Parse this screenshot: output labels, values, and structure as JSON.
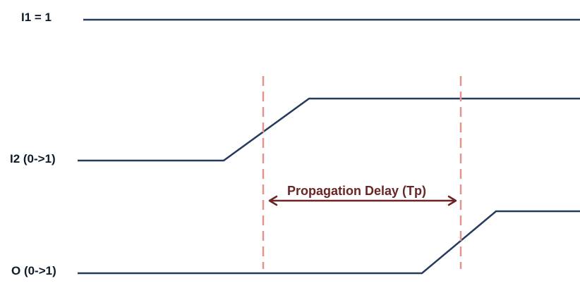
{
  "signals": {
    "i1_label": "I1 = 1",
    "i2_label": "I2 (0->1)",
    "o_label": "O (0->1)"
  },
  "annotation": {
    "delay_label": "Propagation Delay (Tp)"
  },
  "colors": {
    "waveform": "#253a5e",
    "marker": "#e0958f",
    "delay": "#6b2424",
    "label": "#0d1b2a"
  }
}
